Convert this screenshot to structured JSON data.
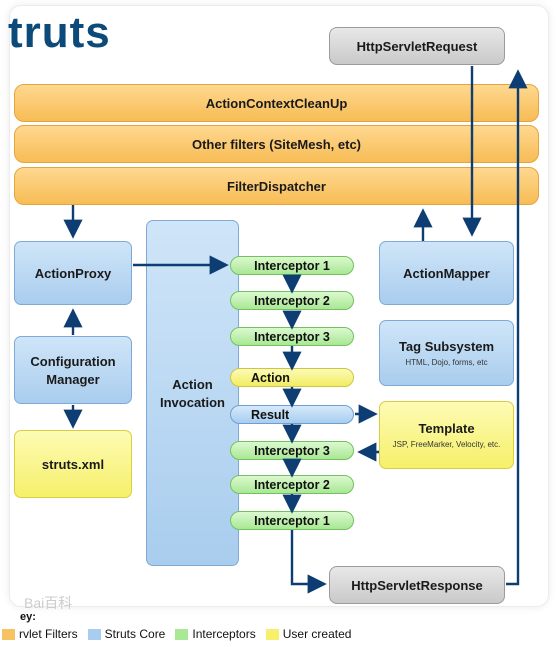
{
  "logo": "truts",
  "top_request": "HttpServletRequest",
  "filters": [
    "ActionContextCleanUp",
    "Other filters (SiteMesh, etc)",
    "FilterDispatcher"
  ],
  "left": {
    "action_proxy": "ActionProxy",
    "config_manager_line1": "Configuration",
    "config_manager_line2": "Manager",
    "struts_xml": "struts.xml"
  },
  "action_invocation_line1": "Action",
  "action_invocation_line2": "Invocation",
  "chain": {
    "i1_top": "Interceptor 1",
    "i2_top": "Interceptor 2",
    "i3_top": "Interceptor 3",
    "action": "Action",
    "result": "Result",
    "i3_bottom": "Interceptor 3",
    "i2_bottom": "Interceptor 2",
    "i1_bottom": "Interceptor 1"
  },
  "right": {
    "action_mapper": "ActionMapper",
    "tag_subsystem": "Tag Subsystem",
    "tag_subsystem_sub": "HTML, Dojo, forms, etc",
    "template": "Template",
    "template_sub": "JSP, FreeMarker, Velocity, etc."
  },
  "response": "HttpServletResponse",
  "watermark": "Bai百科",
  "legend_key": "ey:",
  "legend": [
    {
      "label": "rvlet Filters",
      "color": "#f6c262"
    },
    {
      "label": "Struts Core",
      "color": "#a9cdee"
    },
    {
      "label": "Interceptors",
      "color": "#a9e894"
    },
    {
      "label": "User created",
      "color": "#f6f06a"
    }
  ]
}
